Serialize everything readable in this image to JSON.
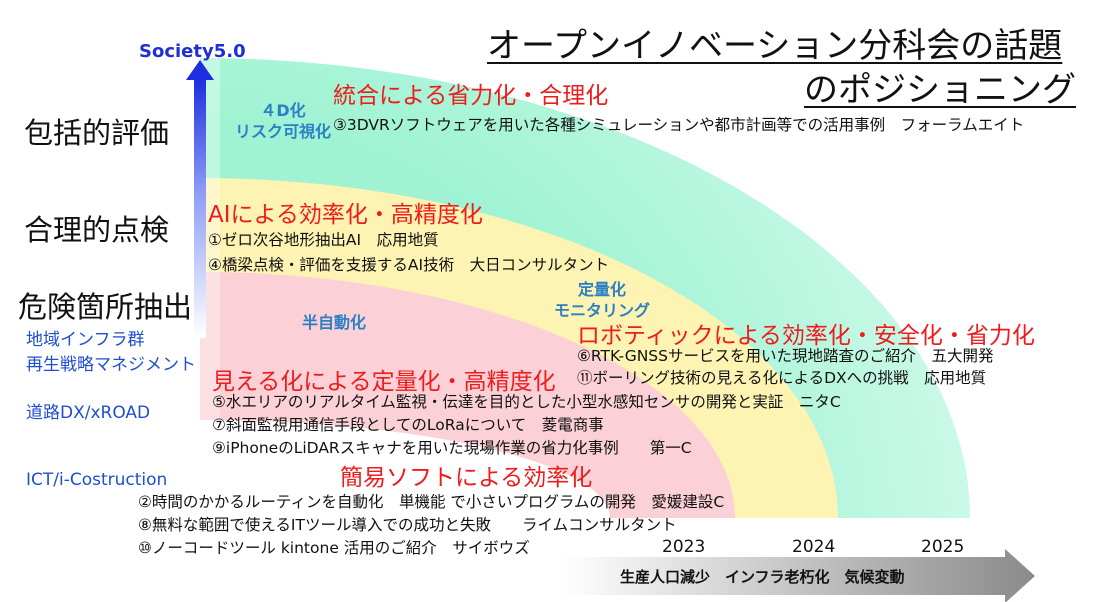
{
  "title_line1": "オープンイノベーション分科会の話題",
  "title_line2": "のポジショニング",
  "axis": {
    "label": "Society5.0"
  },
  "levels": [
    "包括的評価",
    "合理的点検",
    "危険箇所抽出"
  ],
  "side_labels": [
    "地域インフラ群",
    "再生戦略マネジメント",
    "道路DX/xROAD",
    "ICT/i-Costruction"
  ],
  "band_labels": {
    "band1": [
      "４D化",
      "リスク可視化"
    ],
    "band2": [
      "定量化",
      "モニタリング"
    ],
    "band3": "半自動化"
  },
  "sections": [
    {
      "heading": "統合による省力化・合理化",
      "items": [
        "③3DVRソフトウェアを用いた各種シミュレーションや都市計画等での活用事例　フォーラムエイト"
      ]
    },
    {
      "heading": "AIによる効率化・高精度化",
      "items": [
        "①ゼロ次谷地形抽出AI　応用地質",
        "④橋梁点検・評価を支援するAI技術　大日コンサルタント"
      ]
    },
    {
      "heading": "ロボティックによる効率化・安全化・省力化",
      "items": [
        "⑥RTK-GNSSサービスを用いた現地踏査のご紹介　五大開発",
        "⑪ボーリング技術の見える化によるDXへの挑戦　応用地質"
      ]
    },
    {
      "heading": "見える化による定量化・高精度化",
      "items": [
        "⑤水エリアのリアルタイム監視・伝達を目的とした小型水感知センサの開発と実証　ニタC",
        "⑦斜面監視用通信手段としてのLoRaについて　菱電商事",
        "⑨iPhoneのLiDARスキャナを用いた現場作業の省力化事例　　第一C"
      ]
    },
    {
      "heading": "簡易ソフトによる効率化",
      "items": [
        "②時間のかかるルーティンを自動化　単機能 で小さいプログラムの開発　愛媛建設C",
        "⑧無料な範囲で使えるITツール導入での成功と失敗　　ライムコンサルタント",
        "⑩ノーコードツール kintone 活用のご紹介　サイボウズ"
      ]
    }
  ],
  "years": [
    "2023",
    "2024",
    "2025"
  ],
  "bottom_arrow": "生産人口減少　インフラ老朽化　気候変動",
  "colors": {
    "band_outer": "#aef5d9",
    "band_yellow": "#fdf3b2",
    "band_pink": "#fbd0d6",
    "heading_red": "#ee1c1c",
    "axis_blue": "#1e2fd6",
    "label_blue": "#2c7fc4"
  }
}
